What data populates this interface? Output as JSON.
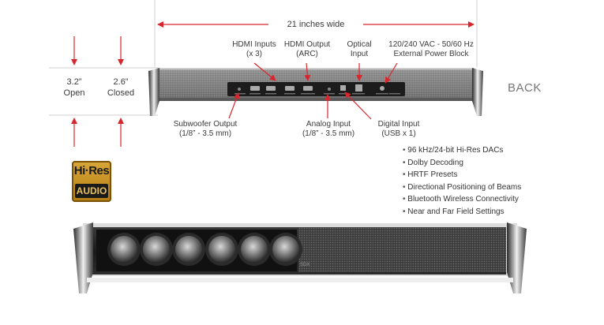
{
  "dimensions": {
    "width_label": "21 inches wide",
    "open_value": "3.2”",
    "open_label": "Open",
    "closed_value": "2.6”",
    "closed_label": "Closed"
  },
  "view_label": "BACK",
  "ports_top": [
    {
      "line1": "HDMI Inputs",
      "line2": "(x 3)"
    },
    {
      "line1": "HDMI Output",
      "line2": "(ARC)"
    },
    {
      "line1": "Optical",
      "line2": "Input"
    },
    {
      "line1": "120/240 VAC - 50/60 Hz",
      "line2": "External Power Block"
    }
  ],
  "ports_bottom": [
    {
      "line1": "Subwoofer Output",
      "line2": "(1/8” - 3.5 mm)"
    },
    {
      "line1": "Analog Input",
      "line2": "(1/8” - 3.5 mm)"
    },
    {
      "line1": "Digital Input",
      "line2": "(USB x 1)"
    }
  ],
  "features": [
    "96 kHz/24-bit Hi-Res DACs",
    "Dolby Decoding",
    "HRTF Presets",
    "Directional Positioning of Beams",
    "Bluetooth Wireless Connectivity",
    "Near and Far Field Settings"
  ],
  "badge": {
    "line1": "Hi·Res",
    "line2": "AUDIO"
  },
  "front_logo": "SDX",
  "colors": {
    "arrow": "#d8262e",
    "body_dark": "#1f1f1f",
    "body_light": "#c9c9c9"
  }
}
